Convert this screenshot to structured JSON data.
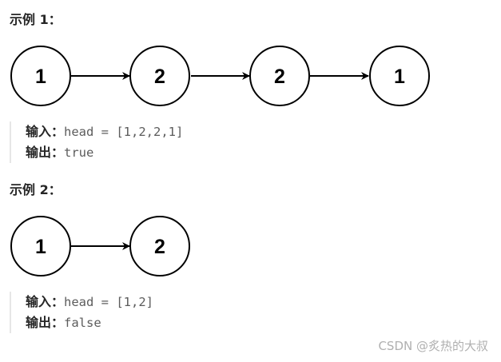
{
  "examples": [
    {
      "title": "示例 1：",
      "nodes": [
        "1",
        "2",
        "2",
        "1"
      ],
      "input_label": "输入：",
      "input_value": "head = [1,2,2,1]",
      "output_label": "输出：",
      "output_value": "true"
    },
    {
      "title": "示例 2：",
      "nodes": [
        "1",
        "2"
      ],
      "input_label": "输入：",
      "input_value": "head = [1,2]",
      "output_label": "输出：",
      "output_value": "false"
    }
  ],
  "watermark": "CSDN @炙热的大叔"
}
